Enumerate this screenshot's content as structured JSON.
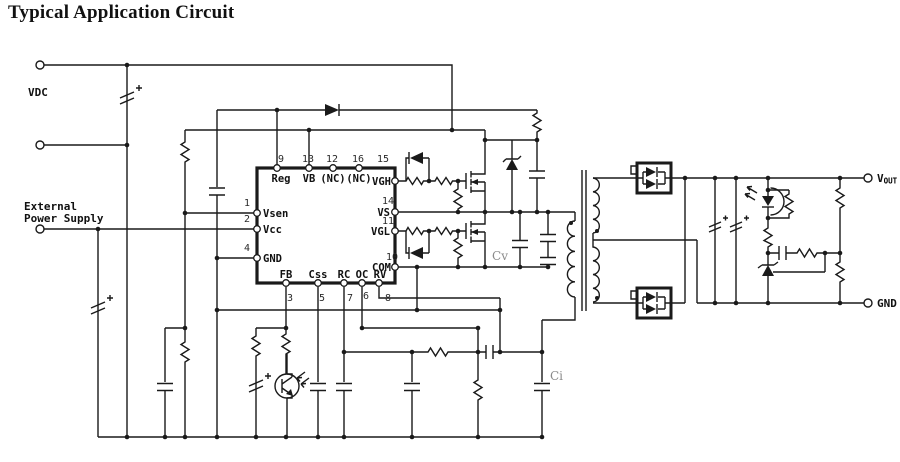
{
  "title": "Typical Application Circuit",
  "colors": {
    "line": "#1a1a1a",
    "muted": "#8a8a8a",
    "background": "#ffffff"
  },
  "terminals": {
    "vdc": "VDC",
    "ext_supply_line1": "External",
    "ext_supply_line2": "Power Supply",
    "vout_main": "V",
    "vout_sub": "OUT",
    "gnd": "GND"
  },
  "component_labels": {
    "cv": "Cv",
    "ci": "Ci"
  },
  "ic": {
    "pins": [
      {
        "num": "1",
        "name": "Vsen",
        "side": "left"
      },
      {
        "num": "2",
        "name": "Vcc",
        "side": "left"
      },
      {
        "num": "4",
        "name": "GND",
        "side": "left"
      },
      {
        "num": "9",
        "name": "Reg",
        "side": "top"
      },
      {
        "num": "13",
        "name": "VB",
        "side": "top"
      },
      {
        "num": "12",
        "name": "(NC)",
        "side": "top"
      },
      {
        "num": "16",
        "name": "(NC)",
        "side": "top"
      },
      {
        "num": "15",
        "name": "VGH",
        "side": "right"
      },
      {
        "num": "14",
        "name": "VS",
        "side": "right"
      },
      {
        "num": "11",
        "name": "VGL",
        "side": "right"
      },
      {
        "num": "10",
        "name": "COM",
        "side": "right"
      },
      {
        "num": "3",
        "name": "FB",
        "side": "bottom"
      },
      {
        "num": "5",
        "name": "Css",
        "side": "bottom"
      },
      {
        "num": "7",
        "name": "RC",
        "side": "bottom"
      },
      {
        "num": "6",
        "name": "OC",
        "side": "bottom"
      },
      {
        "num": "8",
        "name": "RV",
        "side": "bottom"
      }
    ]
  }
}
